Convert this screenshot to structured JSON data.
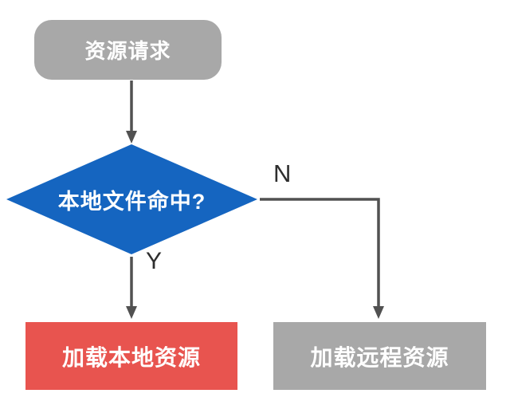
{
  "flowchart": {
    "background": "#ffffff",
    "nodes": {
      "start": {
        "label": "资源请求",
        "shape": "rounded-rect",
        "fill": "#a8a8a8",
        "text_color": "#ffffff"
      },
      "decision": {
        "label": "本地文件命中?",
        "shape": "diamond",
        "fill": "#1565c0",
        "text_color": "#ffffff"
      },
      "local": {
        "label": "加载本地资源",
        "shape": "rect",
        "fill": "#e8544f",
        "text_color": "#ffffff"
      },
      "remote": {
        "label": "加载远程资源",
        "shape": "rect",
        "fill": "#a8a8a8",
        "text_color": "#ffffff"
      }
    },
    "edges": [
      {
        "from": "start",
        "to": "decision",
        "label": ""
      },
      {
        "from": "decision",
        "to": "local",
        "label": "Y"
      },
      {
        "from": "decision",
        "to": "remote",
        "label": "N"
      }
    ],
    "edge_labels": {
      "yes": "Y",
      "no": "N"
    },
    "connector_color": "#515151",
    "edge_label_color": "#2e2e2e"
  }
}
